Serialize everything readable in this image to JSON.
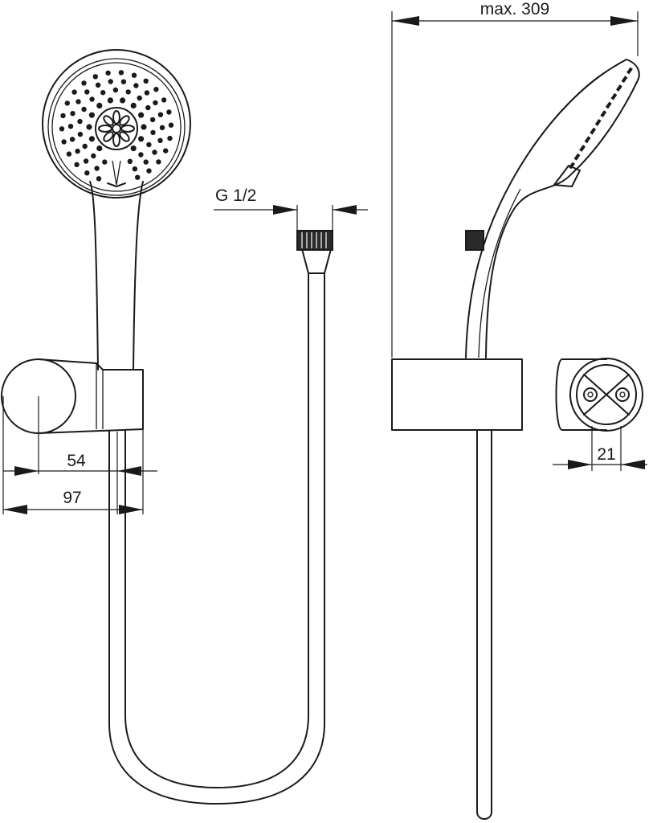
{
  "dimensions": {
    "max_length": "max. 309",
    "thread": "G 1/2",
    "holder_depth_inner": "54",
    "holder_depth_outer": "97",
    "holder_width": "21"
  }
}
